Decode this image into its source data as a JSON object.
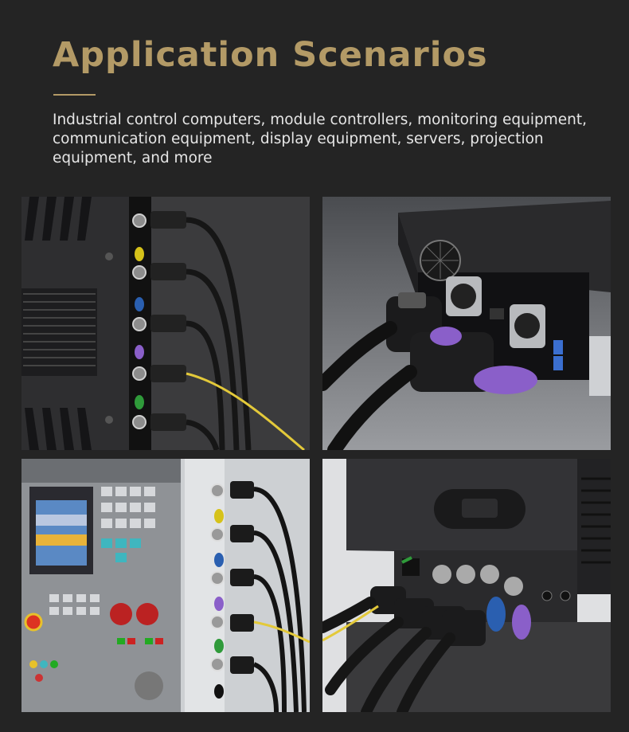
{
  "header": {
    "title": "Application Scenarios",
    "description": "Industrial control computers, module controllers, monitoring equipment, communication equipment, display equipment, servers, projection equipment, and more"
  },
  "photos": [
    {
      "name": "industrial-computer-photo"
    },
    {
      "name": "server-box-photo"
    },
    {
      "name": "cnc-controller-photo"
    },
    {
      "name": "projector-photo"
    }
  ],
  "colors": {
    "background": "#242424",
    "accent_gold": "#b39a66",
    "text": "#e6e6e6",
    "cap_yellow": "#d6c21a",
    "cap_blue": "#2a5fb0",
    "cap_purple": "#8a5fc9",
    "cap_green": "#2f9a3a"
  }
}
